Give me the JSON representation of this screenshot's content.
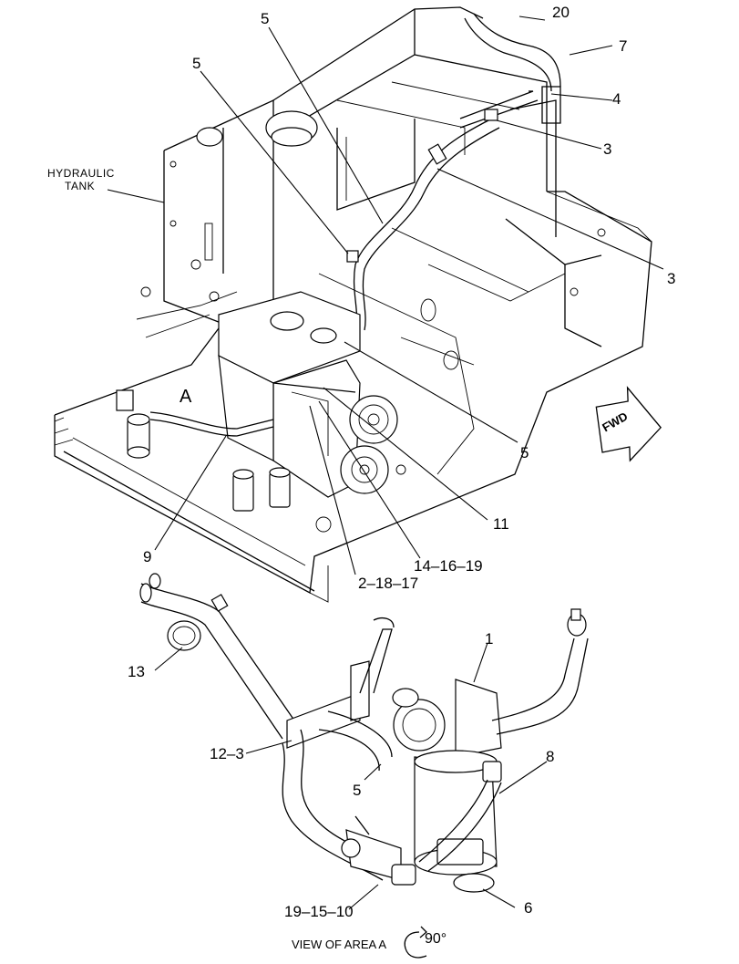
{
  "labels": {
    "hydraulic_tank_line1": "HYDRAULIC",
    "hydraulic_tank_line2": "TANK",
    "fwd": "FWD",
    "area_a": "A",
    "view_of_area_a": "VIEW OF AREA A",
    "rotation": "90°"
  },
  "callouts": {
    "c20": "20",
    "c7": "7",
    "c4": "4",
    "c3a": "3",
    "c3b": "3",
    "c5a": "5",
    "c5b": "5",
    "c5c": "5",
    "c5d": "5",
    "c11": "11",
    "c14_16_19": "14–16–19",
    "c2_18_17": "2–18–17",
    "c9": "9",
    "c1": "1",
    "c13": "13",
    "c12_3": "12–3",
    "c8": "8",
    "c19_15_10": "19–15–10",
    "c6": "6"
  }
}
